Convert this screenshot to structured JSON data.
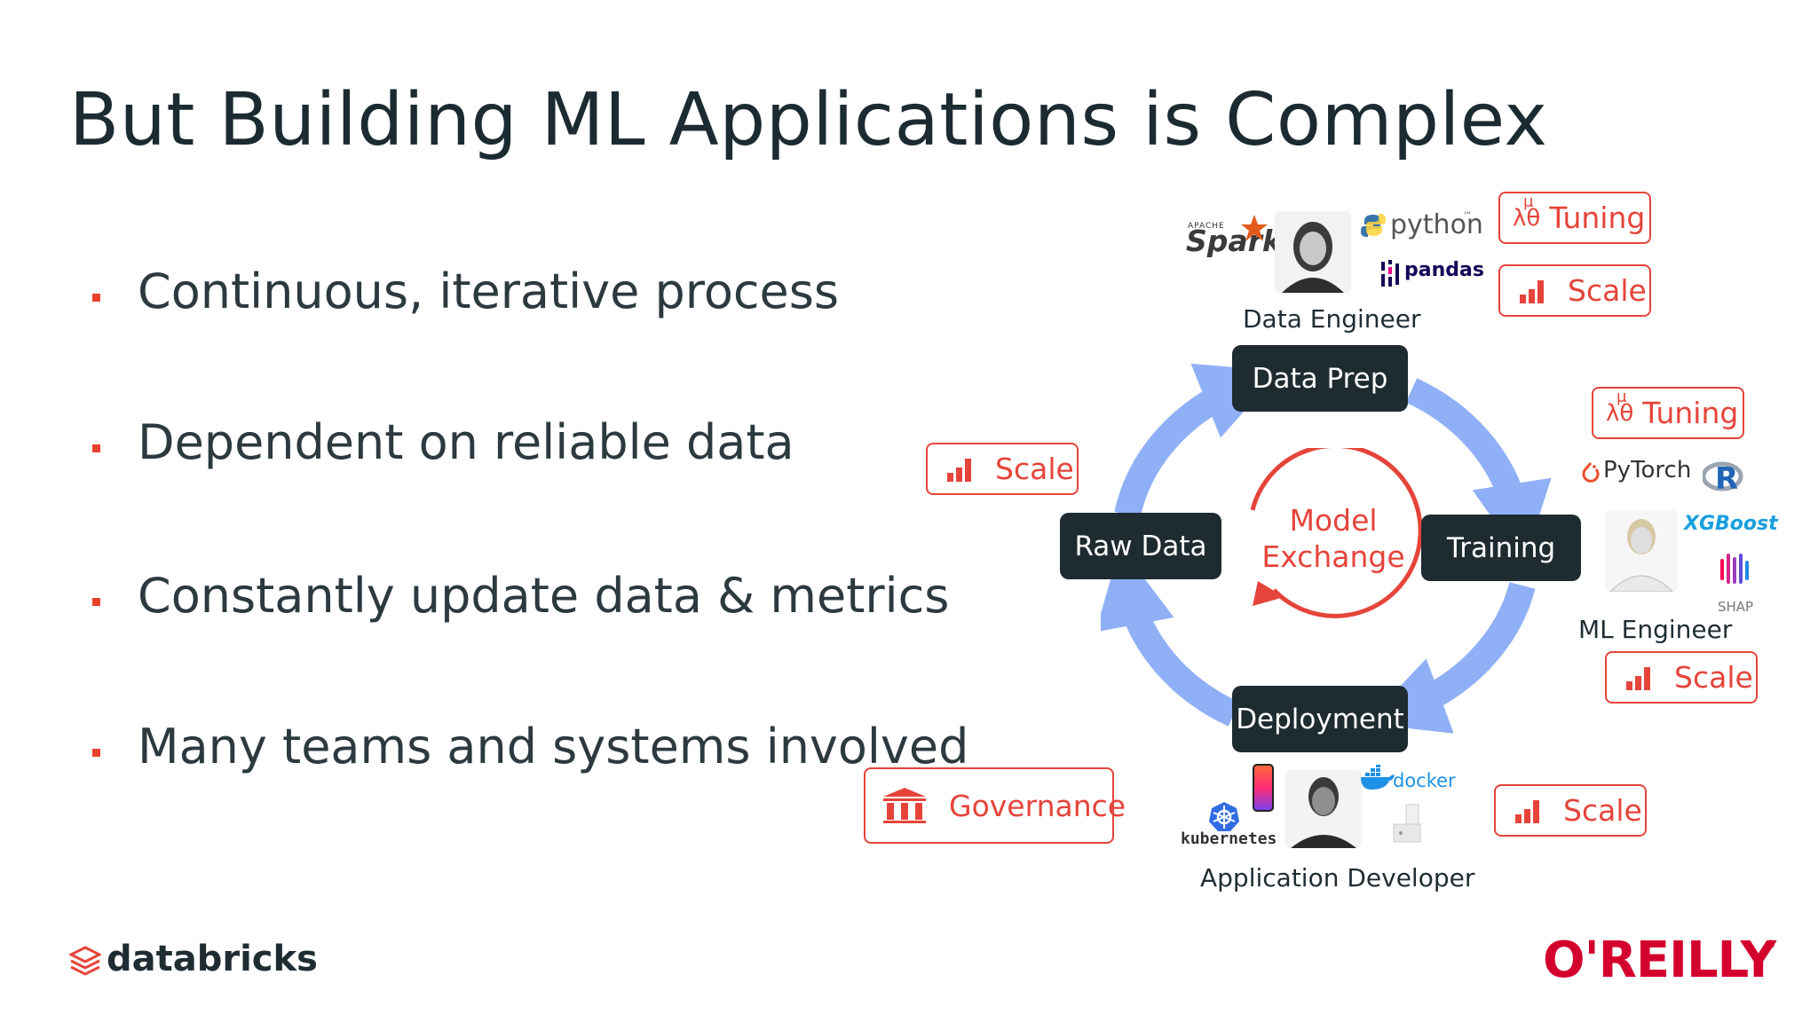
{
  "title": "But Building ML Applications is Complex",
  "bullets": [
    "Continuous, iterative process",
    "Dependent on reliable data",
    "Constantly update data & metrics",
    "Many teams and systems involved"
  ],
  "stages": {
    "data_prep": "Data Prep",
    "training": "Training",
    "deployment": "Deployment",
    "raw_data": "Raw Data"
  },
  "center": {
    "line1": "Model",
    "line2": "Exchange"
  },
  "roles": {
    "data_engineer": "Data Engineer",
    "ml_engineer": "ML Engineer",
    "app_developer": "Application Developer"
  },
  "tags": {
    "tuning_top": "Tuning",
    "scale_top": "Scale",
    "tuning_right": "Tuning",
    "scale_right": "Scale",
    "scale_left": "Scale",
    "scale_bottom": "Scale",
    "governance": "Governance",
    "tuning_glyph": "λθ",
    "tuning_glyph_sup": "μ"
  },
  "logos": {
    "spark_small": "APACHE",
    "spark": "Spark",
    "python": "python",
    "python_tm": "™",
    "pandas": "pandas",
    "pytorch": "PyTorch",
    "r": "R",
    "xgboost": "XGBoost",
    "shap": "SHAP",
    "kubernetes": "kubernetes",
    "docker": "docker"
  },
  "footer": {
    "databricks": "databricks",
    "oreilly": "O'REILLY",
    "oreilly_reg": "®"
  },
  "colors": {
    "accent_red": "#e5443a",
    "dark_box": "#1e2b31",
    "arrow_blue": "#8fb0f7",
    "title": "#1b2b31"
  }
}
